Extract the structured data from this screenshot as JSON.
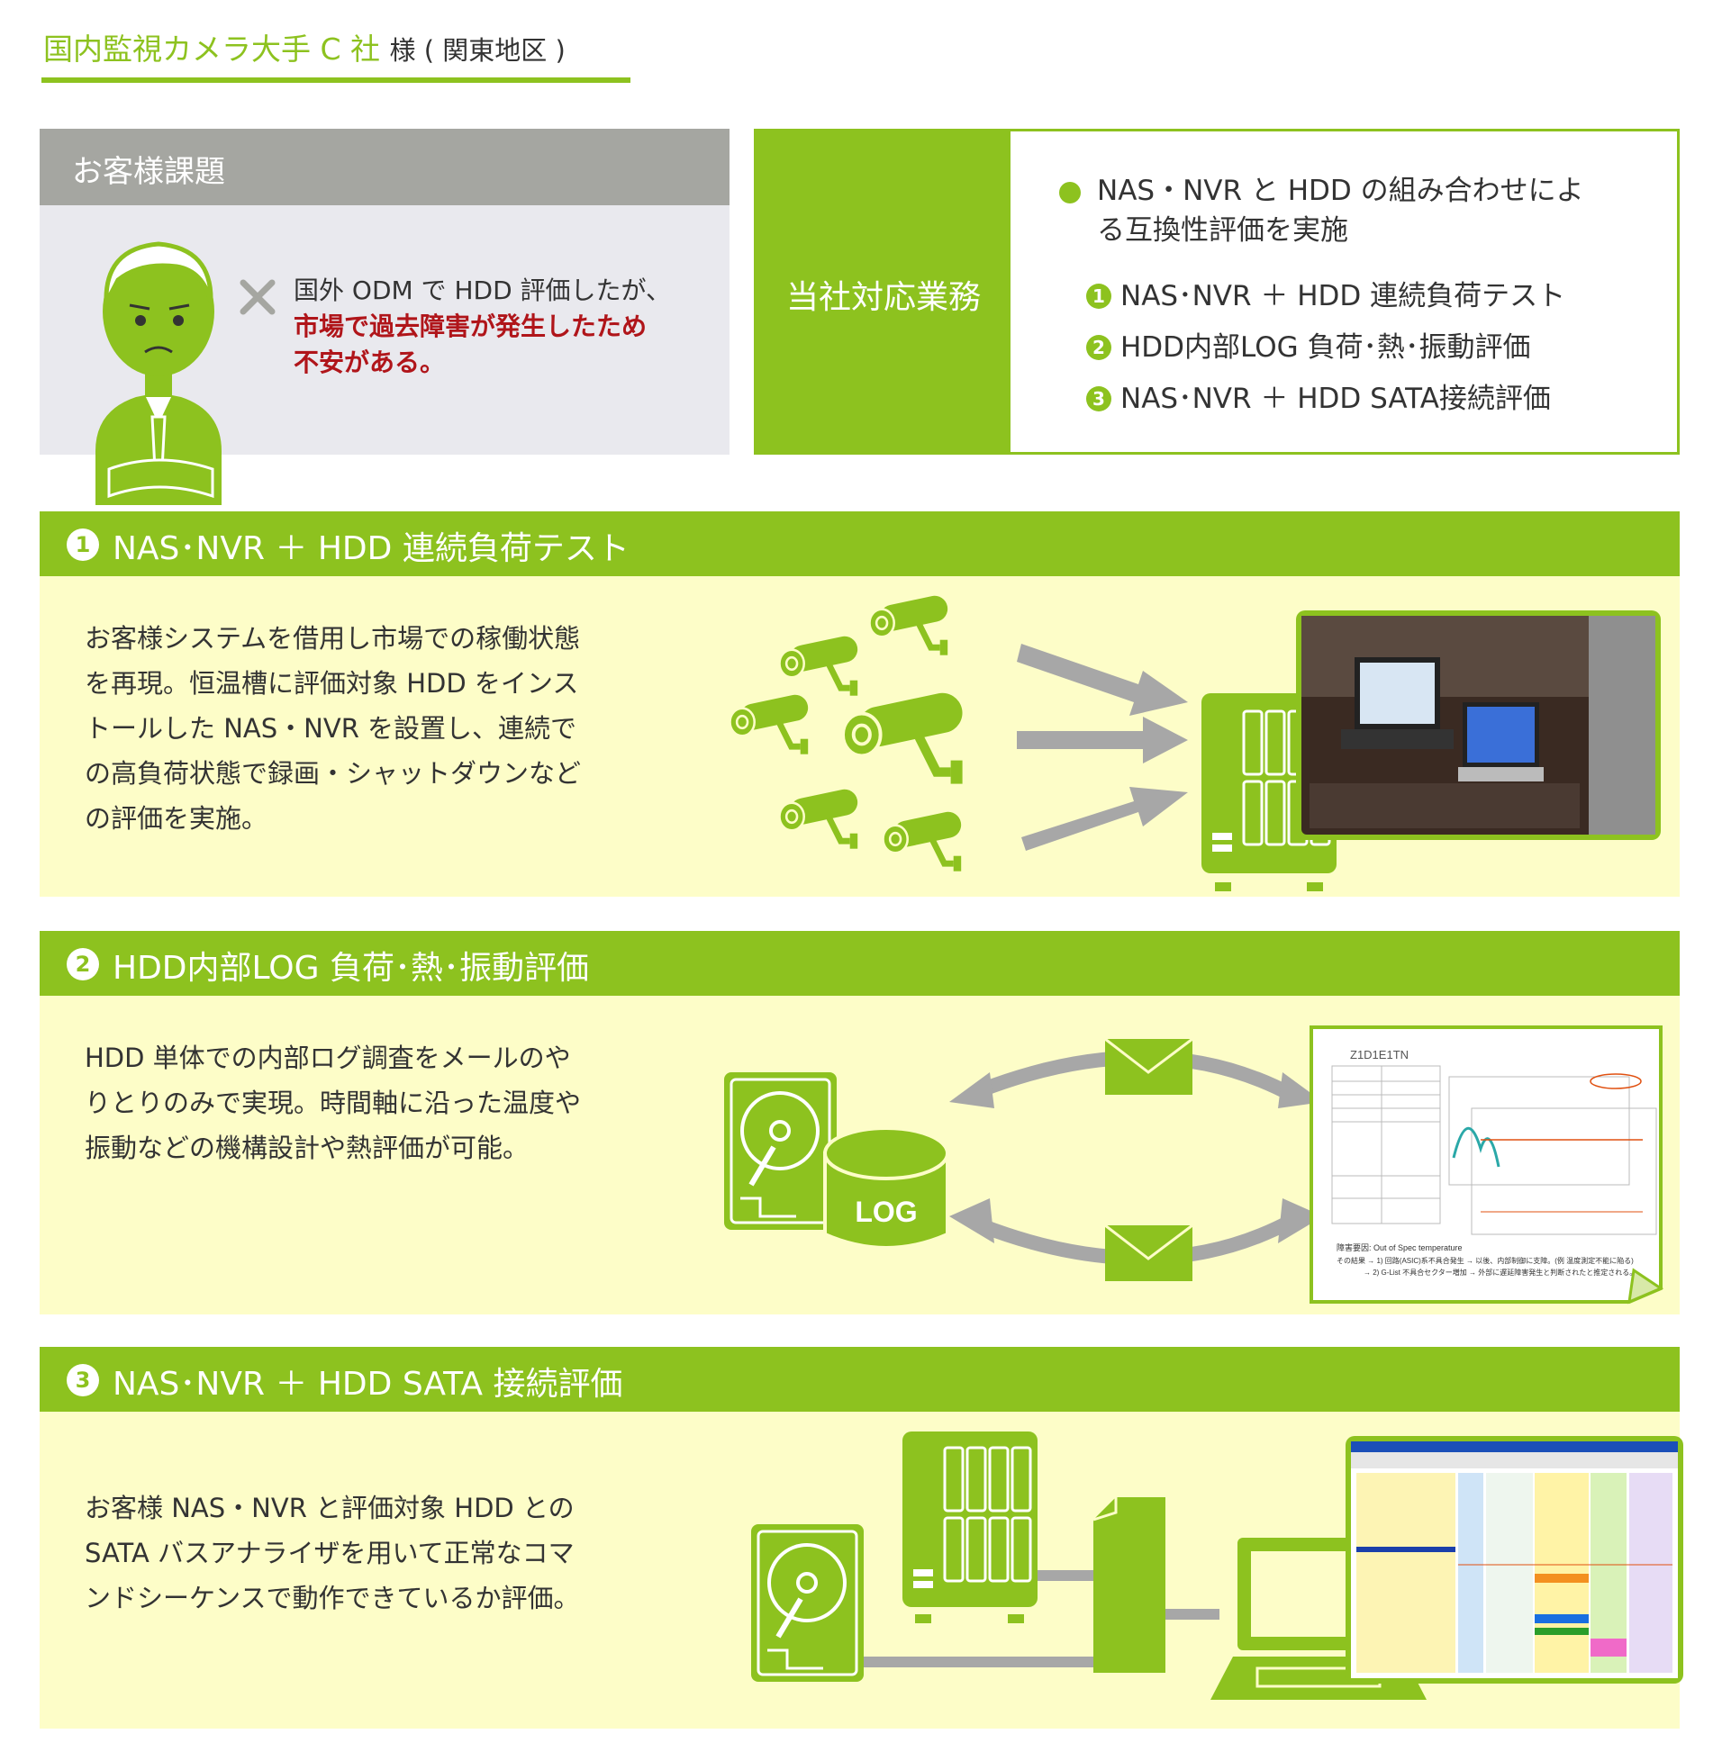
{
  "header": {
    "title_main": "国内監視カメラ大手 C 社",
    "title_suffix": "様 ( 関東地区 )"
  },
  "issue": {
    "heading": "お客様課題",
    "line1": "国外 ODM で HDD 評価したが、",
    "line2": "市場で過去障害が発生したため",
    "line3": "不安がある。"
  },
  "work": {
    "label": "当社対応業務",
    "main_line1": "NAS・NVR と HDD の組み合わせによ",
    "main_line2": "る互換性評価を実施",
    "items": [
      {
        "num": "1",
        "label": "NAS･NVR ＋ HDD 連続負荷テスト"
      },
      {
        "num": "2",
        "label": "HDD内部LOG 負荷･熱･振動評価"
      },
      {
        "num": "3",
        "label": "NAS･NVR ＋ HDD SATA接続評価"
      }
    ]
  },
  "sections": [
    {
      "num": "1",
      "heading": "NAS･NVR ＋ HDD 連続負荷テスト",
      "lines": [
        "お客様システムを借用し市場での稼働状態",
        "を再現。恒温槽に評価対象 HDD をインス",
        "トールした NAS・NVR を設置し、連続で",
        "の高負荷状態で録画・シャットダウンなど",
        "の評価を実施。"
      ]
    },
    {
      "num": "2",
      "heading": "HDD内部LOG 負荷･熱･振動評価",
      "lines": [
        "HDD  単体での内部ログ調査をメールのや",
        "りとりのみで実現。時間軸に沿った温度や",
        "振動などの機構設計や熱評価が可能。"
      ],
      "log_label": "LOG",
      "report_title": "Z1D1E1TN",
      "report_footer_1": "障害要因:   Out of Spec temperature",
      "report_footer_2": "その結果 → 1) 回路(ASIC)系不具合発生 → 以後、内部制御に支障。(例 温度測定不能に陥る)",
      "report_footer_3": "→ 2) G-List 不具合セクター増加 → 外部に遅延障害発生と判断されたと推定される。"
    },
    {
      "num": "3",
      "heading": "NAS･NVR ＋ HDD SATA 接続評価",
      "lines": [
        "お客様 NAS・NVR と評価対象 HDD との",
        "SATA  バスアナライザを用いて正常なコマ",
        "ンドシーケンスで動作できているか評価。"
      ]
    }
  ],
  "colors": {
    "accent": "#8dc21f",
    "issue_head": "#a5a6a1",
    "issue_bg": "#e9e9ee",
    "section_bg": "#fdfdc8",
    "alert_red": "#b0151a",
    "arrow_gray": "#a7a7a7"
  },
  "icons": [
    "person-icon",
    "cross-icon",
    "camera-icon",
    "arrow-icon",
    "nas-icon",
    "lab-photo",
    "hdd-icon",
    "log-cylinder-icon",
    "mail-icon",
    "report-icon",
    "sata-analyzer-icon",
    "laptop-icon",
    "screenshot-image"
  ]
}
